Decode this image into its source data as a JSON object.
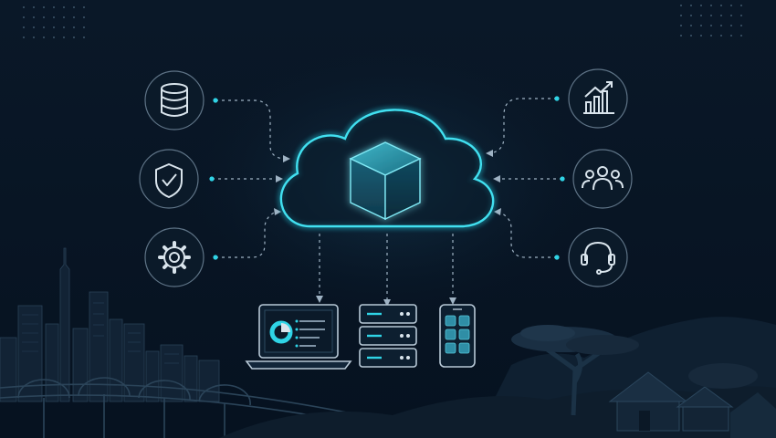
{
  "colors": {
    "background_top": "#0a1828",
    "background_bottom": "#071320",
    "accent": "#2fd4e6",
    "glow": "#22c6dc",
    "line": "#9fb3c4",
    "circle_stroke": "#5f7487",
    "icon": "#d9e4ec",
    "silhouette": "#16283a",
    "silhouette_light": "#1d3246"
  },
  "diagram": {
    "center": {
      "name": "cloud",
      "icon": "cube-icon"
    },
    "left_nodes": [
      {
        "name": "database",
        "icon": "database-icon"
      },
      {
        "name": "security",
        "icon": "shield-check-icon"
      },
      {
        "name": "settings",
        "icon": "gear-icon"
      }
    ],
    "right_nodes": [
      {
        "name": "analytics",
        "icon": "bar-chart-trend-icon"
      },
      {
        "name": "users",
        "icon": "users-group-icon"
      },
      {
        "name": "support",
        "icon": "headset-icon"
      }
    ],
    "bottom_devices": [
      {
        "name": "laptop",
        "icon": "laptop-dashboard-icon"
      },
      {
        "name": "server",
        "icon": "server-rack-icon"
      },
      {
        "name": "smartphone",
        "icon": "smartphone-apps-icon"
      }
    ],
    "background": [
      "city-skyline",
      "bridge",
      "hills",
      "acacia-tree",
      "huts",
      "dot-grid"
    ]
  }
}
